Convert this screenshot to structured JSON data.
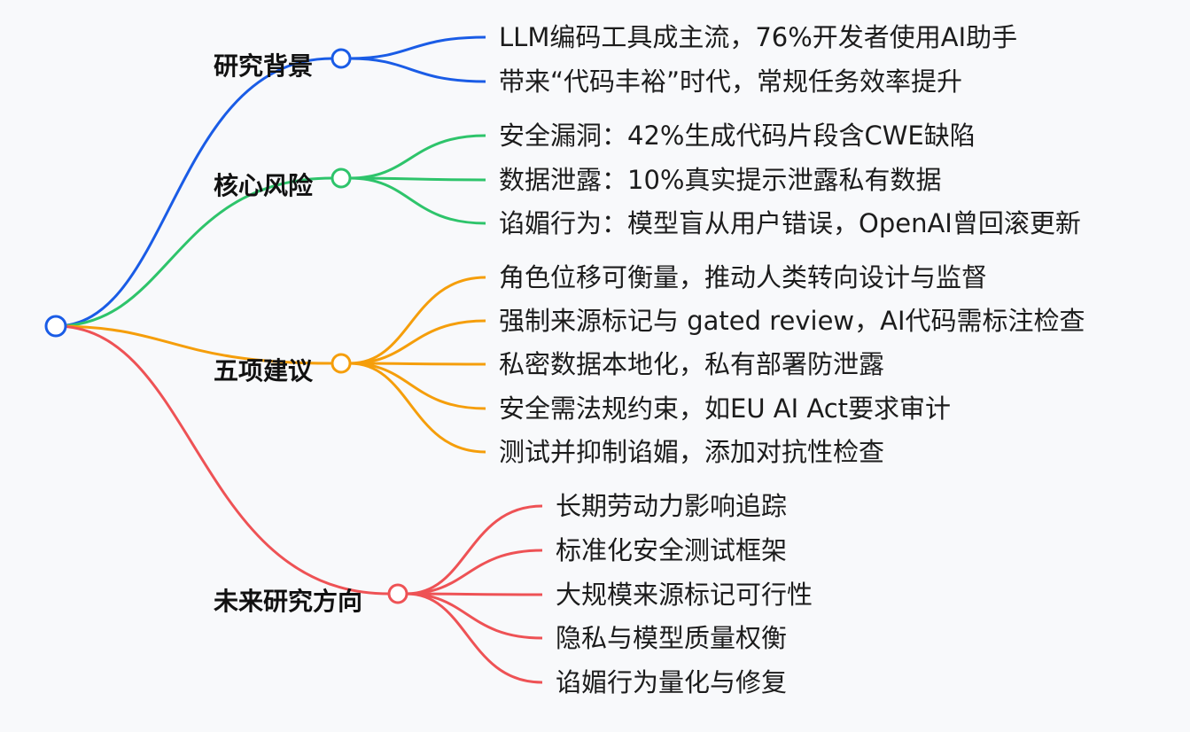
{
  "colors": {
    "background": "#f8f9fb",
    "text": "#1c1c1c"
  },
  "branches": [
    {
      "label": "研究背景",
      "color": "#1a5ce6",
      "children": [
        "LLM编码工具成主流，76%开发者使用AI助手",
        "带来“代码丰裕”时代，常规任务效率提升"
      ]
    },
    {
      "label": "核心风险",
      "color": "#2ec46b",
      "children": [
        "安全漏洞：42%生成代码片段含CWE缺陷",
        "数据泄露：10%真实提示泄露私有数据",
        "谄媚行为：模型盲从用户错误，OpenAI曾回滚更新"
      ]
    },
    {
      "label": "五项建议",
      "color": "#f59e0b",
      "children": [
        "角色位移可衡量，推动人类转向设计与监督",
        "强制来源标记与 gated review，AI代码需标注检查",
        "私密数据本地化，私有部署防泄露",
        "安全需法规约束，如EU AI Act要求审计",
        "测试并抑制谄媚，添加对抗性检查"
      ]
    },
    {
      "label": "未来研究方向",
      "color": "#ee5255",
      "children": [
        "长期劳动力影响追踪",
        "标准化安全测试框架",
        "大规模来源标记可行性",
        "隐私与模型质量权衡",
        "谄媚行为量化与修复"
      ]
    }
  ]
}
